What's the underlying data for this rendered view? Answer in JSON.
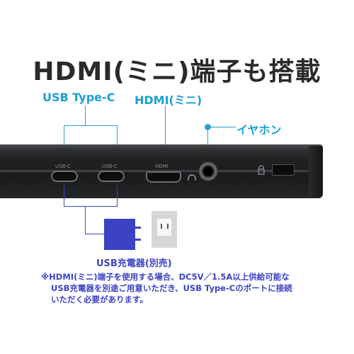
{
  "title": "HDMI(ミニ)端子も搭載",
  "labels": {
    "usb_typec": "USB Type-C",
    "hdmi_mini": "HDMI(ミニ)",
    "earphone": "イヤホン"
  },
  "ports": {
    "usbc_1": "USB-C",
    "usbc_2": "USB-C",
    "hdmi": "HDMI"
  },
  "charger_label": "USB充電器(別売)",
  "note_lines": [
    "※HDMI(ミニ)端子を使用する場合、DC5V／1.5A以上供給可能な",
    "USB充電器を別途ご用意いただき、USB Type-Cのポートに接続",
    "いただく必要があります。"
  ],
  "colors": {
    "label_blue": "#1a9fd6",
    "note_blue": "#3b42c4",
    "charger_blue": "#3b42c4",
    "title": "#2a2a2a"
  }
}
